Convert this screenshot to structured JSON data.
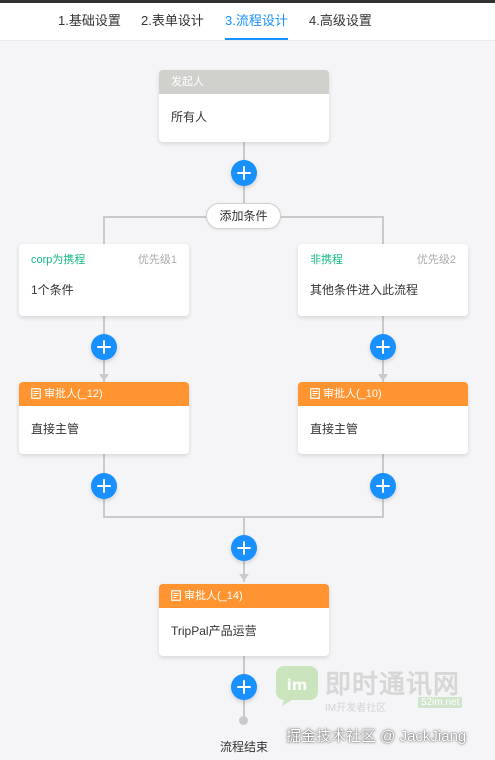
{
  "tabs": [
    {
      "label": "1.基础设置"
    },
    {
      "label": "2.表单设计"
    },
    {
      "label": "3.流程设计"
    },
    {
      "label": "4.高级设置"
    }
  ],
  "active_tab": "3.流程设计",
  "initiator": {
    "title": "发起人",
    "body": "所有人"
  },
  "add_condition_label": "添加条件",
  "conditions": [
    {
      "title": "corp为携程",
      "priority": "优先级1",
      "body": "1个条件"
    },
    {
      "title": "非携程",
      "priority": "优先级2",
      "body": "其他条件进入此流程"
    }
  ],
  "approvers": [
    {
      "title": "审批人(_12)",
      "body": "直接主管"
    },
    {
      "title": "审批人(_10)",
      "body": "直接主管"
    },
    {
      "title": "审批人(_14)",
      "body": "TripPal产品运营"
    }
  ],
  "end_label": "流程结束",
  "watermark": {
    "logo_text": "即时通讯网",
    "sub_text": "IM开发者社区",
    "sub_badge": "52im.net",
    "credit": "掘金技术社区 @ JackJiang"
  },
  "colors": {
    "primary": "#1890ff",
    "approver_header": "#ff9431",
    "initiator_header": "#d0d0cc",
    "condition_title": "#15bc83",
    "connector": "#cacaca"
  },
  "icons": {
    "add": "plus-icon",
    "approver": "approver-doc-icon"
  }
}
